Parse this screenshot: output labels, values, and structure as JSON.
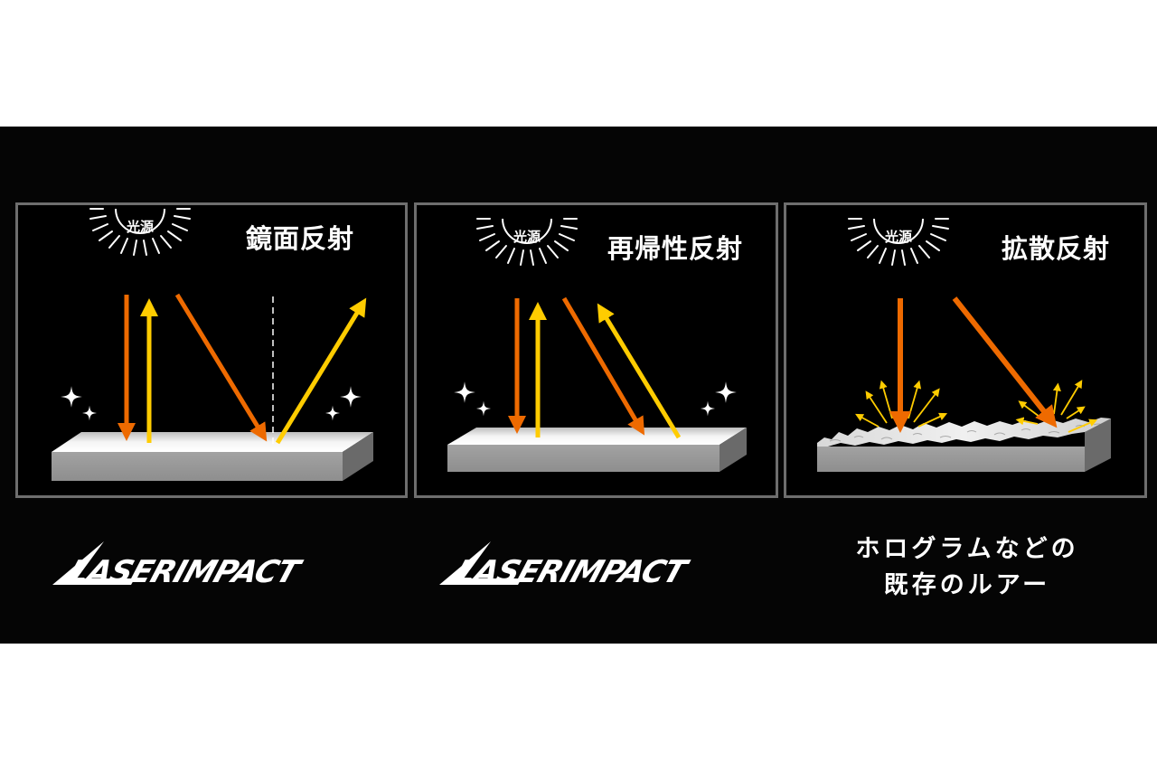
{
  "panels": [
    {
      "id": "specular",
      "title": "鏡面反射",
      "light_source_label": "光源",
      "surface": "smooth"
    },
    {
      "id": "retroreflection",
      "title": "再帰性反射",
      "light_source_label": "光源",
      "surface": "smooth"
    },
    {
      "id": "diffuse",
      "title": "拡散反射",
      "light_source_label": "光源",
      "surface": "rough"
    }
  ],
  "captions": [
    {
      "type": "logo",
      "text": "LASERIMPACT"
    },
    {
      "type": "logo",
      "text": "LASERIMPACT"
    },
    {
      "type": "text",
      "lines": [
        "ホログラムなどの",
        "既存のルアー"
      ]
    }
  ],
  "colors": {
    "background": "#050505",
    "page": "#ffffff",
    "panel_border": "#6e6e6e",
    "incident_ray": "#ee6a00",
    "reflected_ray": "#ffcc00",
    "slab_top": "#f2f2f2",
    "slab_front": "#999999",
    "slab_side": "#6a6a6a",
    "text": "#ffffff"
  },
  "icons": {
    "light_source": "sun-rays-icon",
    "sparkle": "sparkle-icon"
  }
}
